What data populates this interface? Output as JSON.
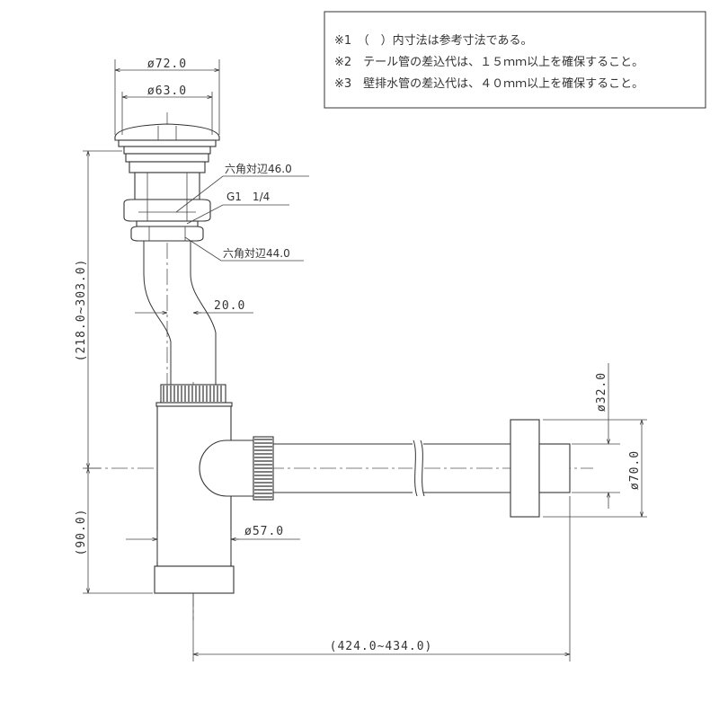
{
  "notes": [
    "※1　（　）内寸法は参考寸法である。",
    "※2　テール管の差込代は、１５ｍｍ以上を確保すること。",
    "※3　壁排水管の差込代は、４０ｍｍ以上を確保すること。"
  ],
  "dimensions": {
    "cap_outer": "ø72.0",
    "cap_inner": "ø63.0",
    "hex_upper": "六角対辺46.0",
    "thread": "G1　1/4",
    "hex_lower": "六角対辺44.0",
    "offset": "20.0",
    "height_total": "(218.0~303.0)",
    "height_lower": "(90.0)",
    "trap_body": "ø57.0",
    "pipe_dia": "ø32.0",
    "flange_dia": "ø70.0",
    "length": "(424.0~434.0)"
  }
}
